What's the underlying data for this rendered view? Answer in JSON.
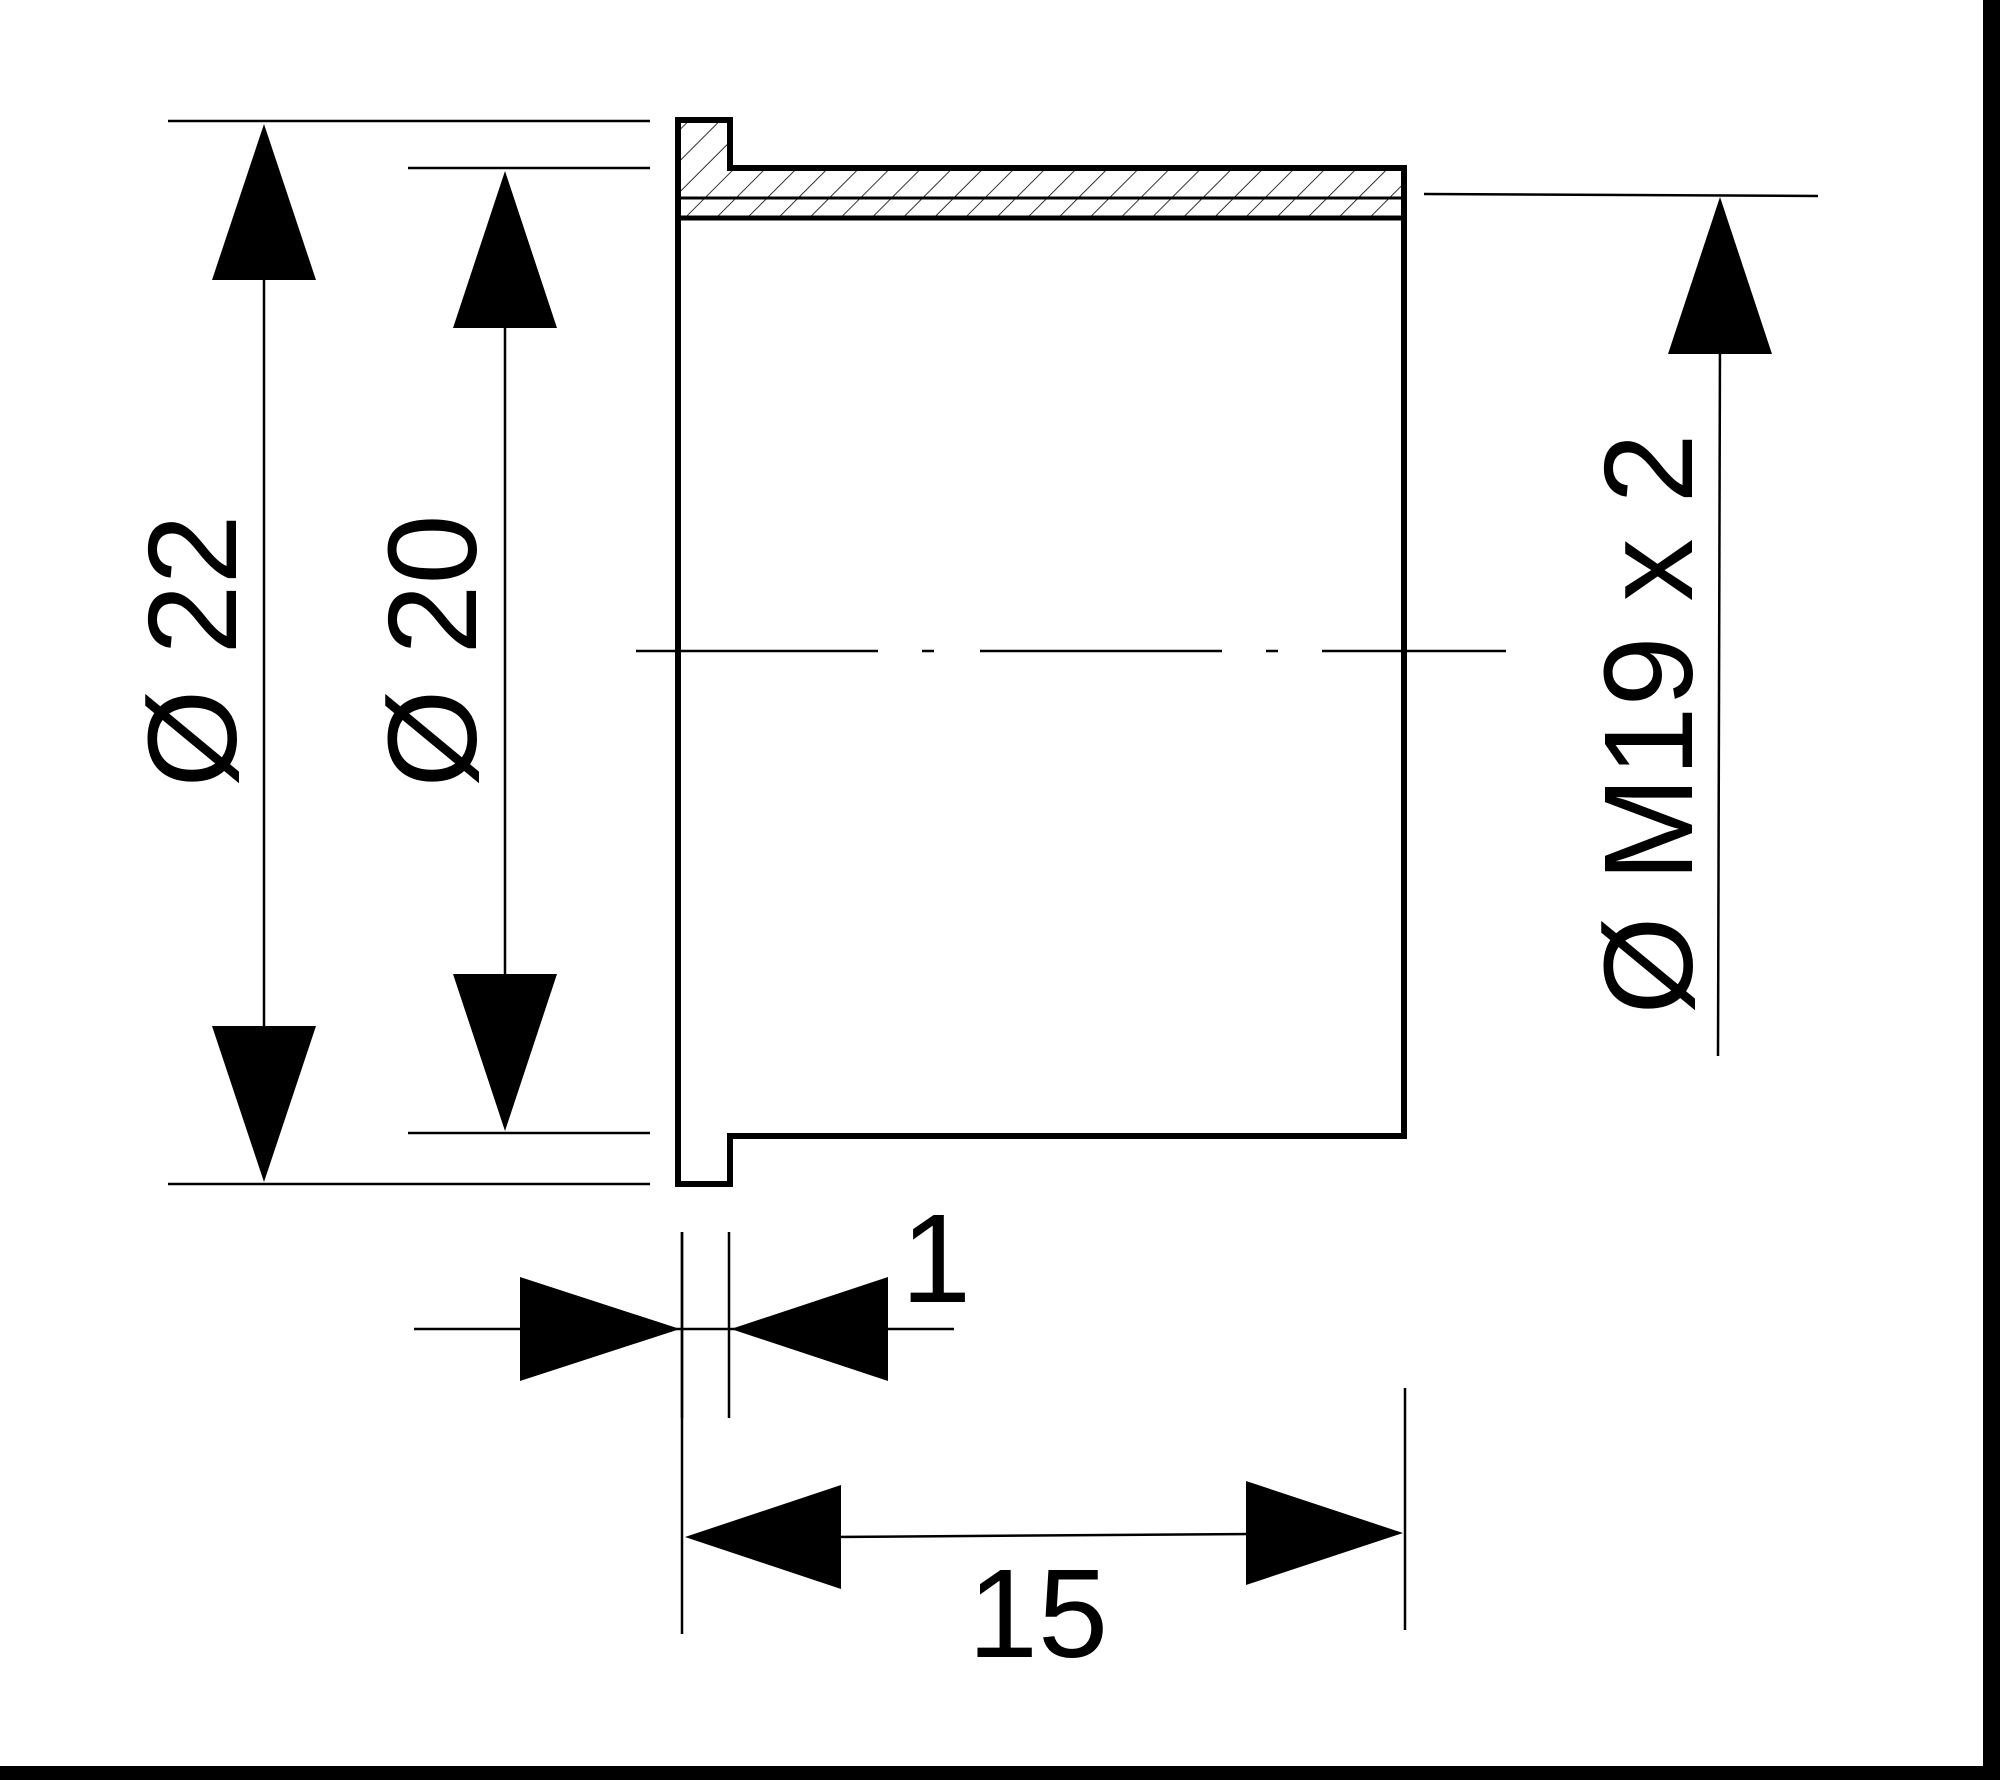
{
  "colors": {
    "background": "#ffffff",
    "frame": "#000000",
    "line": "#000000",
    "hatch": "#000000"
  },
  "dimensions": {
    "outer_diameter": "Ø 22",
    "inner_diameter": "Ø 20",
    "thread": "Ø M19 x 2",
    "flange_thickness": "1",
    "length": "15"
  }
}
